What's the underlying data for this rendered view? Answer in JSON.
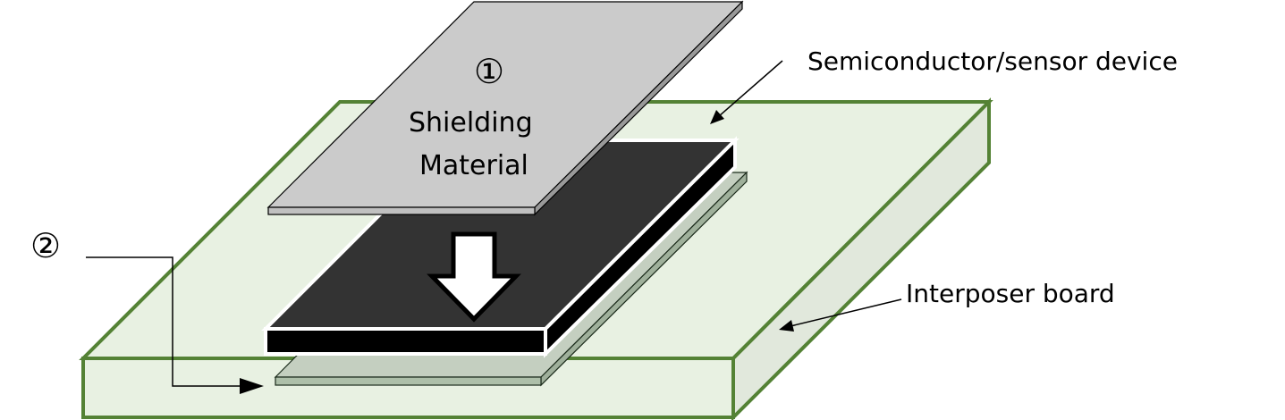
{
  "labels": {
    "marker_1": "①",
    "shielding_line1": "Shielding",
    "shielding_line2": "Material",
    "device": "Semiconductor/sensor device",
    "interposer": "Interposer board",
    "marker_2": "②"
  },
  "colors": {
    "board_stroke": "#548235",
    "board_fill": "#e8f0e0",
    "device_top": "#333333",
    "shield_fill": "#c8c8c8",
    "layer2_fill": "#adbfa9"
  }
}
